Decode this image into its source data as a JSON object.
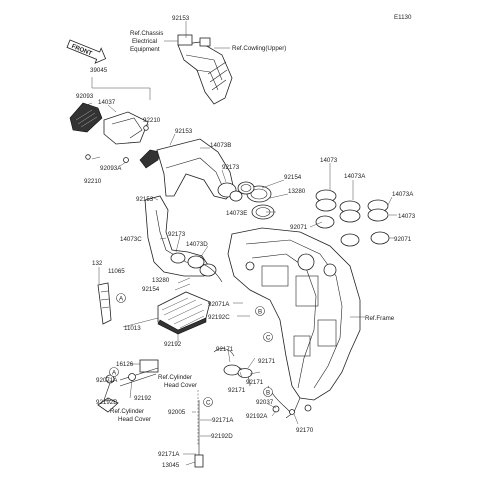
{
  "diagram_code": "E1130",
  "front_label": "FRONT",
  "part_labels": [
    "92153",
    "Ref.Chassis",
    "Electrical",
    "Equipment",
    "Ref.Cowling(Upper)",
    "39045",
    "92093",
    "14037",
    "92210",
    "92093A",
    "92153",
    "14073B",
    "92210",
    "92173",
    "92154",
    "13280",
    "14073E",
    "92153",
    "14073C",
    "92173",
    "14073D",
    "92071",
    "14073",
    "14073A",
    "14073A",
    "14073",
    "92071",
    "13280",
    "92154",
    "132",
    "11065",
    "11013",
    "92071A",
    "92192C",
    "Ref.Frame",
    "92192",
    "16126",
    "92071A",
    "92192B",
    "92192",
    "Ref.Cylinder",
    "Head Cover",
    "Ref.Cylinder",
    "Head Cover",
    "92171",
    "92171",
    "92171",
    "92171",
    "92037",
    "92192A",
    "92170",
    "92005",
    "92171A",
    "92192D",
    "92171A",
    "13045"
  ],
  "callouts": [
    "A",
    "B",
    "C",
    "A",
    "B",
    "C"
  ]
}
